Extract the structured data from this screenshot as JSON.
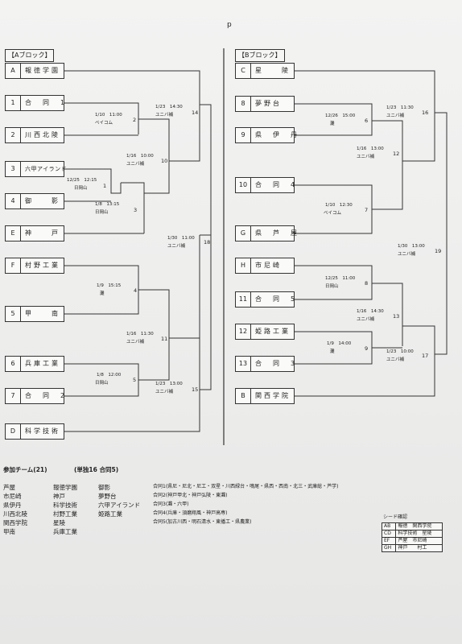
{
  "page_mark": "p",
  "blocks": [
    {
      "title": "【Aブロック】",
      "teams": [
        {
          "code": "A",
          "name": "報徳学園"
        },
        {
          "code": "1",
          "name": "合　同　1"
        },
        {
          "code": "2",
          "name": "川西北陵"
        },
        {
          "code": "3",
          "name": "六甲アイランド"
        },
        {
          "code": "4",
          "name": "御　　影"
        },
        {
          "code": "E",
          "name": "神　　戸"
        },
        {
          "code": "F",
          "name": "村野工業"
        },
        {
          "code": "5",
          "name": "甲　　南"
        },
        {
          "code": "6",
          "name": "兵庫工業"
        },
        {
          "code": "7",
          "name": "合　同　2"
        },
        {
          "code": "D",
          "name": "科学技術"
        }
      ],
      "games": [
        {
          "no": "1",
          "date": "12/25　12:15",
          "venue": "日岡山"
        },
        {
          "no": "2",
          "date": "1/10　11:00",
          "venue": "ベイコム"
        },
        {
          "no": "3",
          "date": "1/8　13:15",
          "venue": "日岡山"
        },
        {
          "no": "4",
          "date": "1/9　15:15",
          "venue": "灘"
        },
        {
          "no": "5",
          "date": "1/8　12:00",
          "venue": "日岡山"
        },
        {
          "no": "10",
          "date": "1/16　10:00",
          "venue": "ユニバ補"
        },
        {
          "no": "11",
          "date": "1/16　11:30",
          "venue": "ユニバ補"
        },
        {
          "no": "14",
          "date": "1/23　14:30",
          "venue": "ユニバ補"
        },
        {
          "no": "15",
          "date": "1/23　13:00",
          "venue": "ユニバ補"
        },
        {
          "no": "18",
          "date": "1/30　11:00",
          "venue": "ユニバ補"
        }
      ]
    },
    {
      "title": "【Bブロック】",
      "teams": [
        {
          "code": "C",
          "name": "星　　陵"
        },
        {
          "code": "8",
          "name": "夢野台"
        },
        {
          "code": "9",
          "name": "県　伊　丹"
        },
        {
          "code": "10",
          "name": "合　同　4"
        },
        {
          "code": "G",
          "name": "県　芦　屋"
        },
        {
          "code": "H",
          "name": "市尼崎"
        },
        {
          "code": "11",
          "name": "合　同　5"
        },
        {
          "code": "12",
          "name": "姫路工業"
        },
        {
          "code": "13",
          "name": "合　同　3"
        },
        {
          "code": "B",
          "name": "関西学院"
        }
      ],
      "games": [
        {
          "no": "6",
          "date": "12/26　15:00",
          "venue": "灘"
        },
        {
          "no": "7",
          "date": "1/10　12:30",
          "venue": "ベイコム"
        },
        {
          "no": "8",
          "date": "12/25　11:00",
          "venue": "日岡山"
        },
        {
          "no": "9",
          "date": "1/9　14:00",
          "venue": "灘"
        },
        {
          "no": "12",
          "date": "1/16　13:00",
          "venue": "ユニバ補"
        },
        {
          "no": "13",
          "date": "1/16　14:30",
          "venue": "ユニバ補"
        },
        {
          "no": "16",
          "date": "1/23　11:30",
          "venue": "ユニバ補"
        },
        {
          "no": "17",
          "date": "1/23　10:00",
          "venue": "ユニバ補"
        },
        {
          "no": "19",
          "date": "1/30　13:00",
          "venue": "ユニバ補"
        }
      ]
    }
  ],
  "participants": {
    "title": "参加チーム(21)",
    "subtitle": "(単独16  合同5)",
    "col1": [
      "芦屋",
      "市尼崎",
      "県伊丹",
      "川西北陵",
      "関西学院",
      "甲南"
    ],
    "col2": [
      "報徳学園",
      "神戸",
      "科学技術",
      "村野工業",
      "星陵",
      "兵庫工業"
    ],
    "col3": [
      "御影",
      "夢野台",
      "六甲アイランド",
      "姫路工業"
    ],
    "joint": [
      "合同1(県尼・尼北・尼工・双星・川西緑台・鳴尾・県西・西南・北三・武庫総・芦学)",
      "合同2(神戸甲北・神戸弘陵・東灘)",
      "合同3(灘・六甲)",
      "合同4(兵庫・須磨翔風・神戸高専)",
      "合同5(加古川西・明石清水・東播工・県農業)"
    ]
  },
  "seed": {
    "title": "シード確認",
    "rows": [
      {
        "k": "AB",
        "v": "報徳　関西学院"
      },
      {
        "k": "CD",
        "v": "科学技術　星陵"
      },
      {
        "k": "EF",
        "v": "芦屋　市尼崎"
      },
      {
        "k": "GH",
        "v": "神戸　　村工"
      }
    ]
  }
}
